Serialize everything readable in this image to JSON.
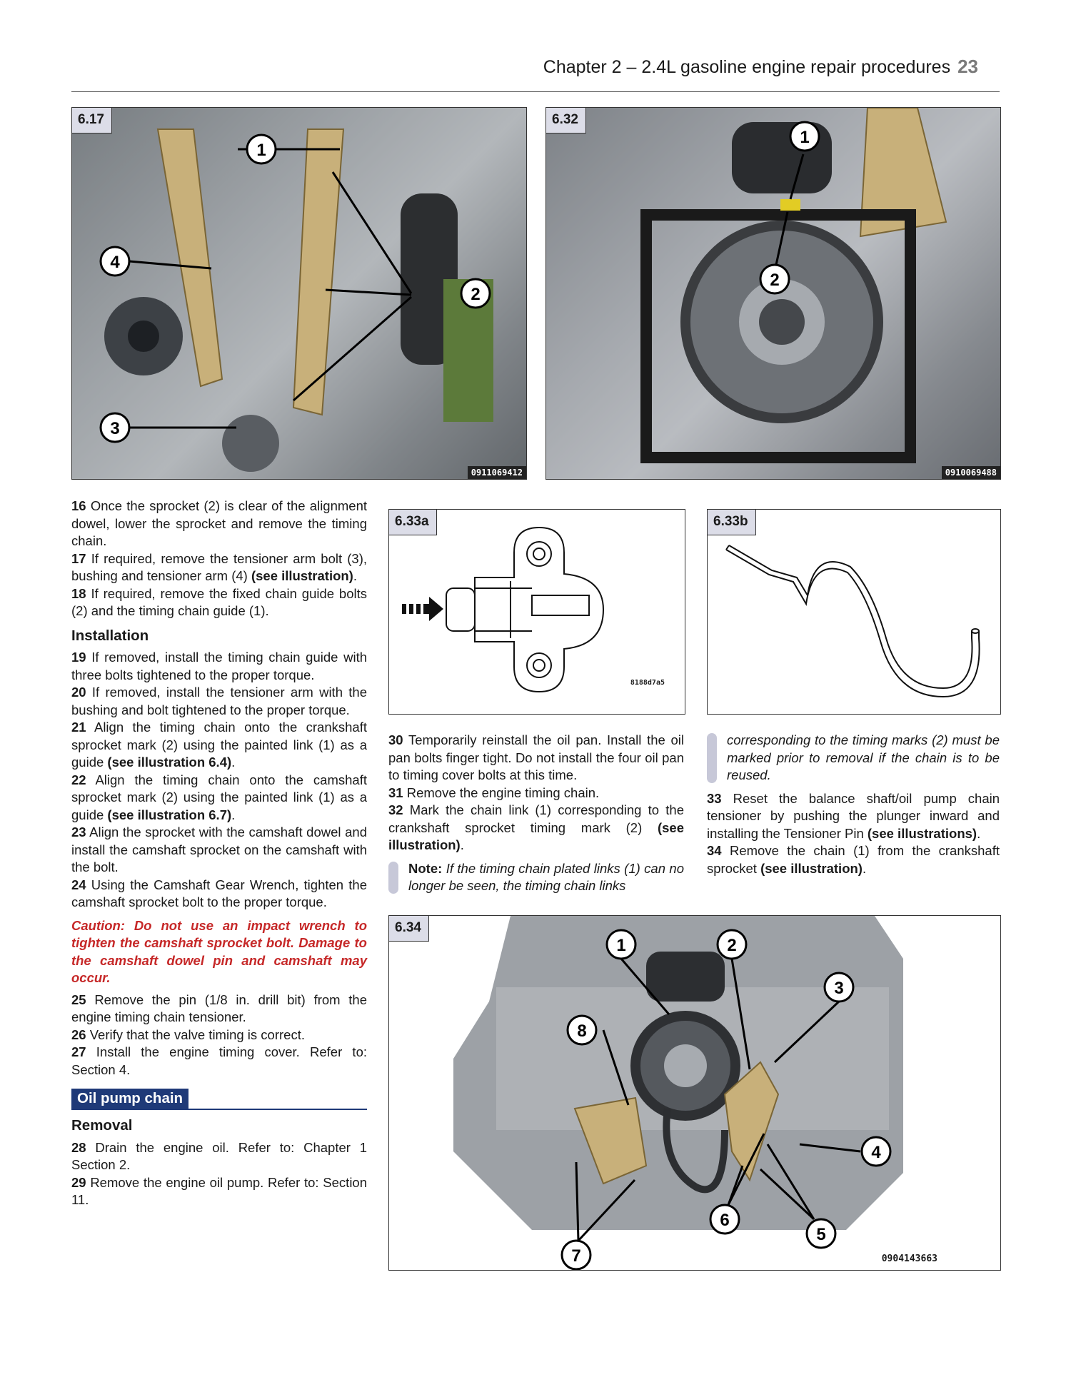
{
  "header": {
    "title": "Chapter 2 – 2.4L gasoline engine repair procedures",
    "page": "23"
  },
  "figures": {
    "f617": {
      "label": "6.17",
      "code": "0911069412",
      "callouts": [
        "1",
        "2",
        "3",
        "4"
      ]
    },
    "f632": {
      "label": "6.32",
      "code": "0910069488",
      "callouts": [
        "1",
        "2"
      ]
    },
    "f633a": {
      "label": "6.33a",
      "code": "8188d7a5"
    },
    "f633b": {
      "label": "6.33b"
    },
    "f634": {
      "label": "6.34",
      "code": "0904143663",
      "callouts": [
        "1",
        "2",
        "3",
        "4",
        "5",
        "6",
        "7",
        "8"
      ]
    }
  },
  "col1": {
    "s16": {
      "n": "16",
      "t": "Once the sprocket (2) is clear of the alignment dowel, lower the sprocket and remove the timing chain."
    },
    "s17": {
      "n": "17",
      "t": "If required, remove the tensioner arm bolt (3), bushing and tensioner arm (4) ",
      "ref": "(see illustration)",
      "end": "."
    },
    "s18": {
      "n": "18",
      "t": "If required, remove the fixed chain guide bolts (2) and the timing chain guide (1)."
    },
    "installation": "Installation",
    "s19": {
      "n": "19",
      "t": "If removed, install the timing chain guide with three bolts tightened to the proper torque."
    },
    "s20": {
      "n": "20",
      "t": "If removed, install the tensioner arm with the bushing and bolt tightened to the proper torque."
    },
    "s21": {
      "n": "21",
      "t": "Align the timing chain onto the crankshaft sprocket mark (2) using the painted link (1) as a guide ",
      "ref": "(see illustration 6.4)",
      "end": "."
    },
    "s22": {
      "n": "22",
      "t": "Align the timing chain onto the camshaft sprocket mark (2) using the painted link (1) as a guide ",
      "ref": "(see illustration 6.7)",
      "end": "."
    },
    "s23": {
      "n": "23",
      "t": "Align the sprocket with the camshaft dowel and install the camshaft sprocket on the camshaft with the bolt."
    },
    "s24": {
      "n": "24",
      "t": "Using the Camshaft Gear Wrench, tighten the camshaft sprocket bolt to the proper torque."
    },
    "caution": "Caution: Do not use an impact wrench to tighten the camshaft sprocket bolt. Damage to the camshaft dowel pin and camshaft may occur.",
    "s25": {
      "n": "25",
      "t": "Remove the pin (1/8 in. drill bit) from the engine timing chain tensioner."
    },
    "s26": {
      "n": "26",
      "t": "Verify that the valve timing is correct."
    },
    "s27": {
      "n": "27",
      "t": "Install the engine timing cover. Refer to: Section 4."
    },
    "section": "Oil pump chain",
    "removal": "Removal",
    "s28": {
      "n": "28",
      "t": "Drain the engine oil. Refer to: Chapter 1 Section 2."
    },
    "s29": {
      "n": "29",
      "t": "Remove the engine oil pump. Refer to: Section 11."
    }
  },
  "col2": {
    "s30": {
      "n": "30",
      "t": "Temporarily reinstall the oil pan. Install the oil pan bolts finger tight. Do not install the four oil pan to timing cover bolts at this time."
    },
    "s31": {
      "n": "31",
      "t": "Remove the engine timing chain."
    },
    "s32": {
      "n": "32",
      "t": "Mark the chain link (1) corresponding to the crankshaft sprocket timing mark (2) ",
      "ref": "(see illustration)",
      "end": "."
    },
    "note_label": "Note:",
    "note_text": "If the timing chain plated links (1) can no longer be seen, the timing chain links"
  },
  "col3": {
    "note_cont": "corresponding to the timing marks (2) must be marked prior to removal if the chain is to be reused.",
    "s33": {
      "n": "33",
      "t": "Reset the balance shaft/oil pump chain tensioner by pushing the plunger inward and installing the Tensioner Pin ",
      "ref": "(see illustrations)",
      "end": "."
    },
    "s34": {
      "n": "34",
      "t": "Remove the chain (1) from the crankshaft sprocket ",
      "ref": "(see illustration)",
      "end": "."
    }
  }
}
